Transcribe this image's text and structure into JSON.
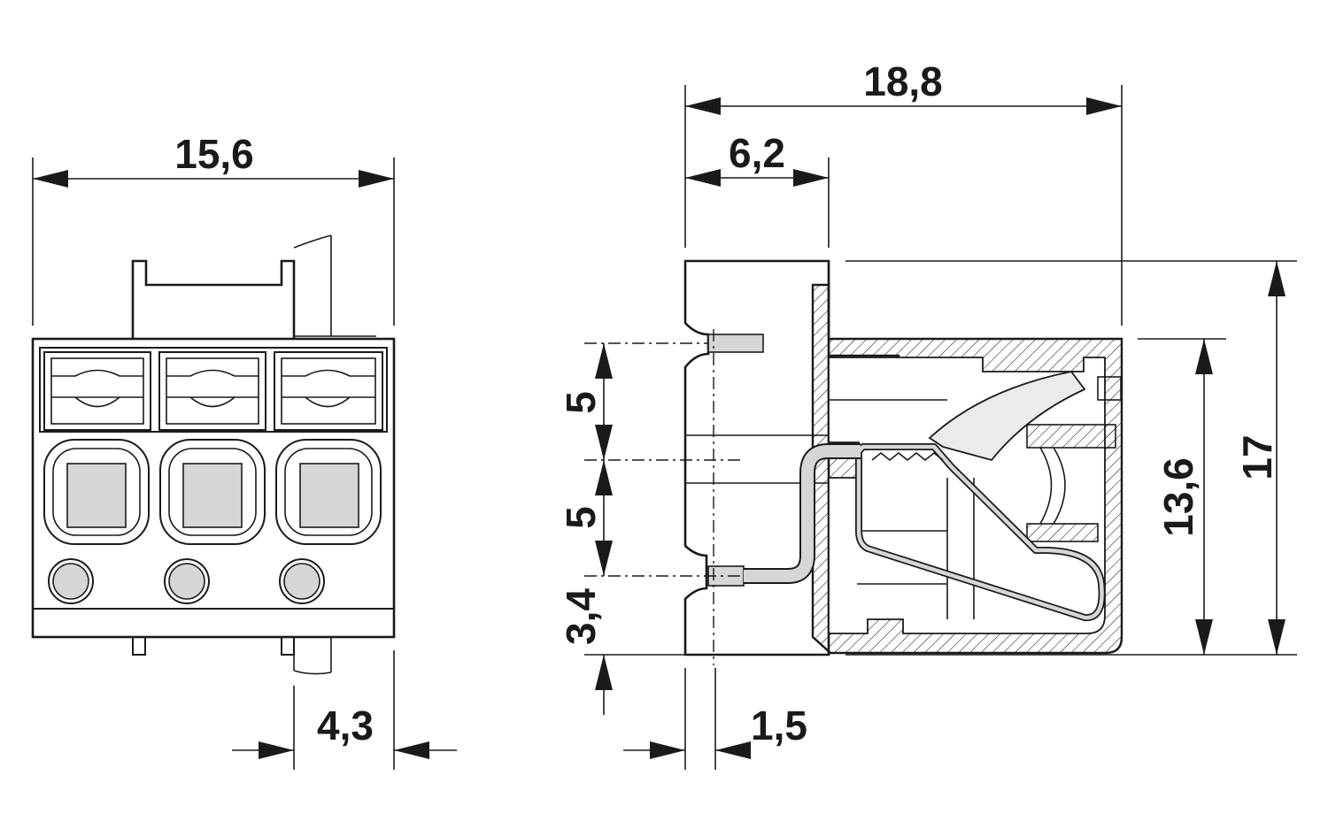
{
  "drawing": {
    "colors": {
      "line": "#1a1a1a",
      "fill_grey": "#d6d6d6",
      "background": "#ffffff"
    },
    "front_view": {
      "width_dim": "15,6",
      "pitch_dim": "4,3",
      "positions": 3
    },
    "side_view": {
      "length_dim": "18,8",
      "head_dim": "6,2",
      "pin_offset_dim": "1,5",
      "pin_spacing_upper": "5",
      "pin_spacing_lower": "5",
      "bottom_offset_dim": "3,4",
      "body_height_dim": "13,6",
      "total_height_dim": "17"
    }
  }
}
